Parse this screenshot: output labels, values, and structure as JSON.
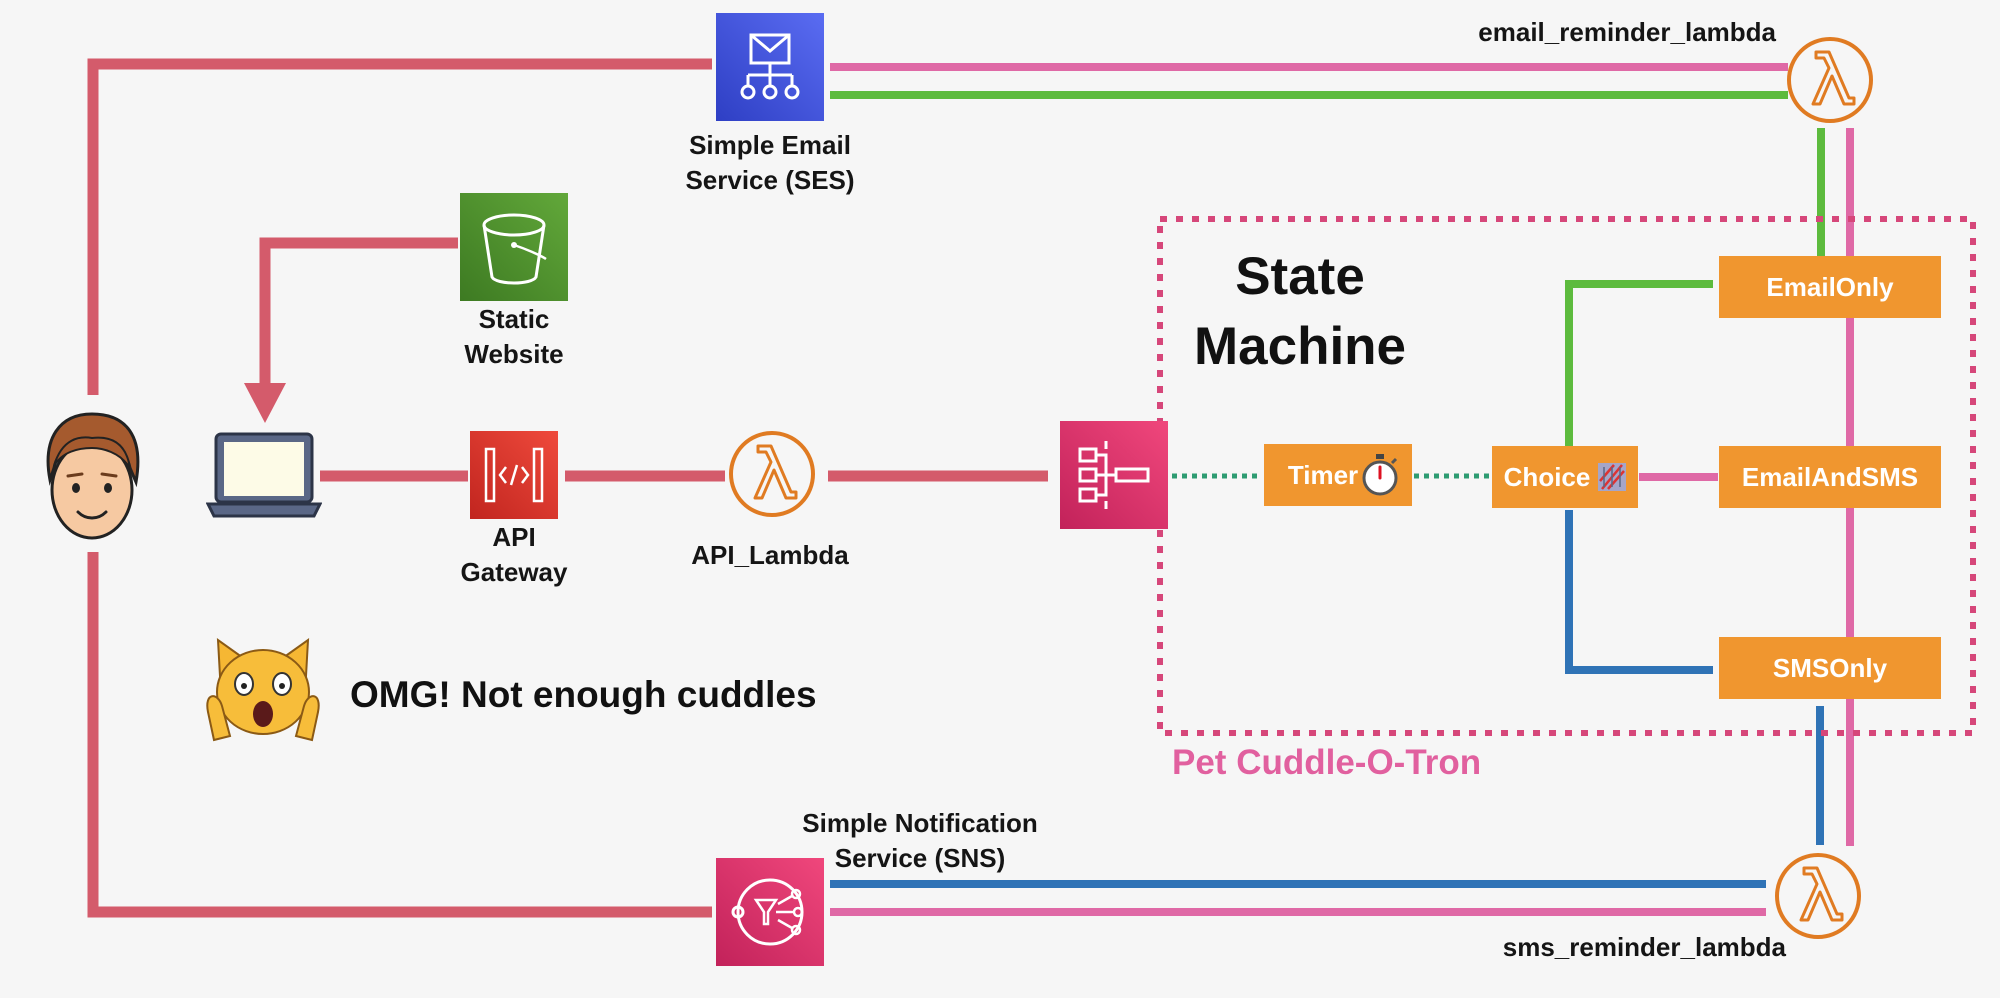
{
  "colors": {
    "background": "#f6f6f6",
    "red_line": "#d45b6b",
    "pink_line": "#df69a6",
    "green_line": "#5dbb3e",
    "blue_line": "#2f73b6",
    "teal_dotted": "#2d9c72",
    "state_orange": "#f0962f",
    "lambda_orange": "#e07b22",
    "dashed_box": "#d6477a",
    "ses_blue": "#3f50d8",
    "s3_green": "#4b8a2c",
    "apigw_red": "#d9322f",
    "stepfn_pink": "#d23664",
    "sns_pink": "#d23664"
  },
  "nodes": {
    "ses": {
      "icon": "email-service-icon",
      "label": "Simple Email\nService (SES)"
    },
    "s3": {
      "icon": "bucket-icon",
      "label": "Static\nWebsite"
    },
    "api_gateway": {
      "icon": "api-gateway-icon",
      "label": "API\nGateway"
    },
    "api_lambda": {
      "icon": "lambda-icon",
      "label": "API_Lambda"
    },
    "step_functions": {
      "icon": "step-functions-icon"
    },
    "sns": {
      "icon": "notification-service-icon",
      "label": "Simple Notification\nService (SNS)"
    },
    "email_lambda": {
      "icon": "lambda-icon",
      "label": "email_reminder_lambda"
    },
    "sms_lambda": {
      "icon": "lambda-icon",
      "label": "sms_reminder_lambda"
    },
    "user": {
      "icon": "user-face-icon"
    },
    "laptop": {
      "icon": "laptop-icon"
    }
  },
  "state_machine": {
    "title": "State\nMachine",
    "name": "Pet Cuddle-O-Tron",
    "states": {
      "timer": {
        "label": "Timer",
        "icon": "stopwatch-icon"
      },
      "choice": {
        "label": "Choice",
        "icon": "choice-icon"
      },
      "email_only": {
        "label": "EmailOnly"
      },
      "email_and_sms": {
        "label": "EmailAndSMS"
      },
      "sms_only": {
        "label": "SMSOnly"
      }
    }
  },
  "annotation": {
    "icon": "shocked-cat-icon",
    "text": "OMG! Not enough cuddles"
  }
}
